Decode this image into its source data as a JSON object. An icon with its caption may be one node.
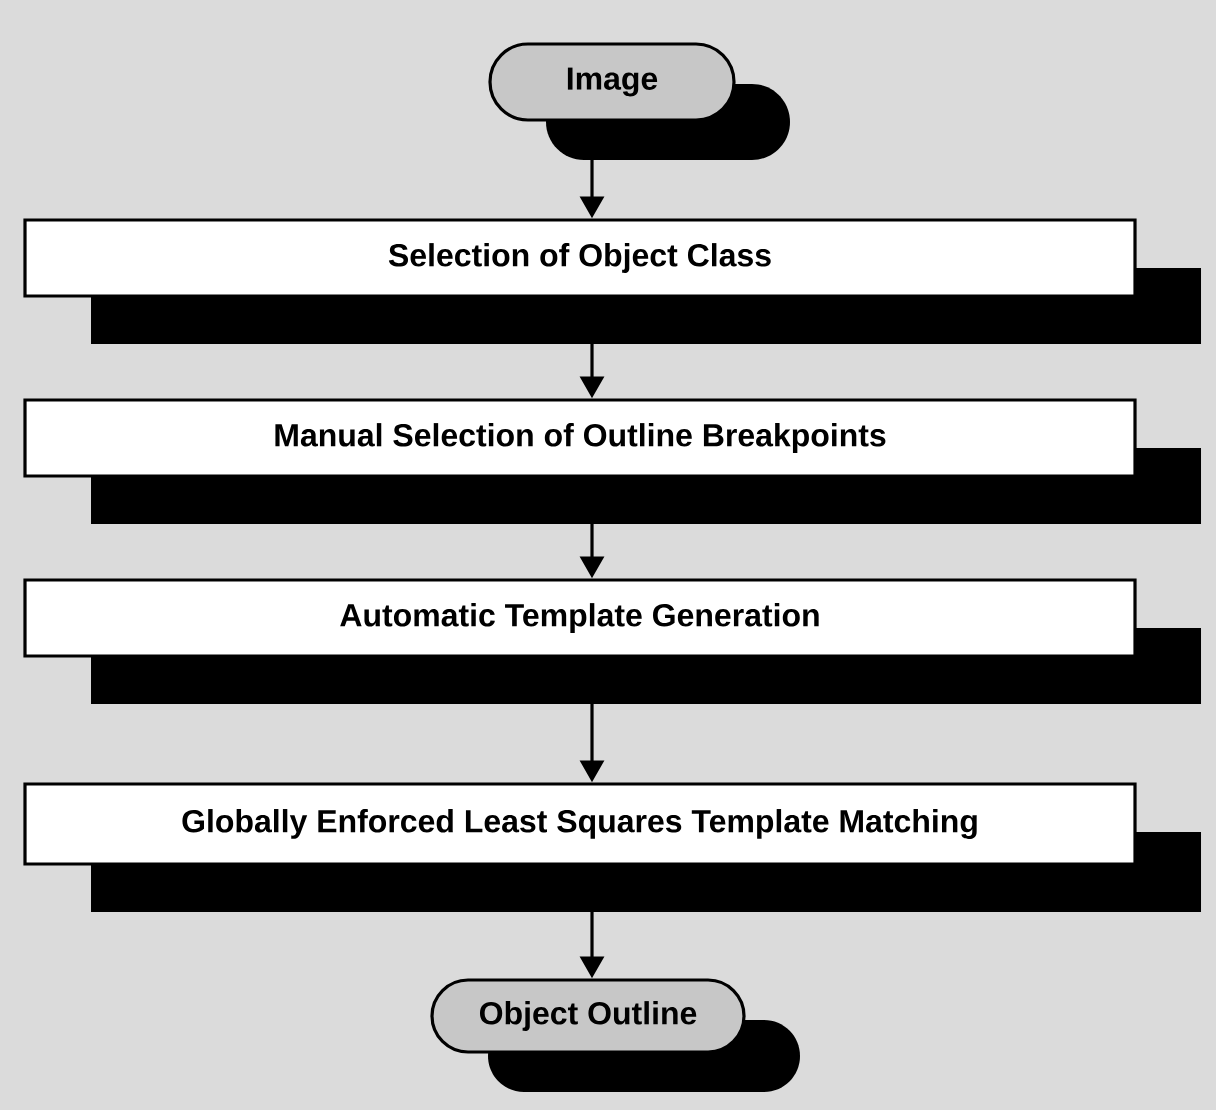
{
  "diagram": {
    "nodes": [
      {
        "text": [
          "Image"
        ]
      },
      {
        "text": [
          "Selection of Object Class"
        ]
      },
      {
        "text": [
          "Manual Selection of Outline Breakpoints"
        ]
      },
      {
        "text": [
          "Automatic Template Generation"
        ]
      },
      {
        "text": [
          "Globally Enforced Least Squares Template Matching"
        ]
      },
      {
        "text": [
          "Object Outline"
        ]
      }
    ],
    "edges": [
      {
        "from": 0,
        "to": 1,
        "arrow": "to"
      },
      {
        "from": 1,
        "to": 2,
        "arrow": "to"
      },
      {
        "from": 2,
        "to": 3,
        "arrow": "to"
      },
      {
        "from": 3,
        "to": 4,
        "arrow": "to"
      },
      {
        "from": 4,
        "to": 5,
        "arrow": "to"
      }
    ]
  }
}
